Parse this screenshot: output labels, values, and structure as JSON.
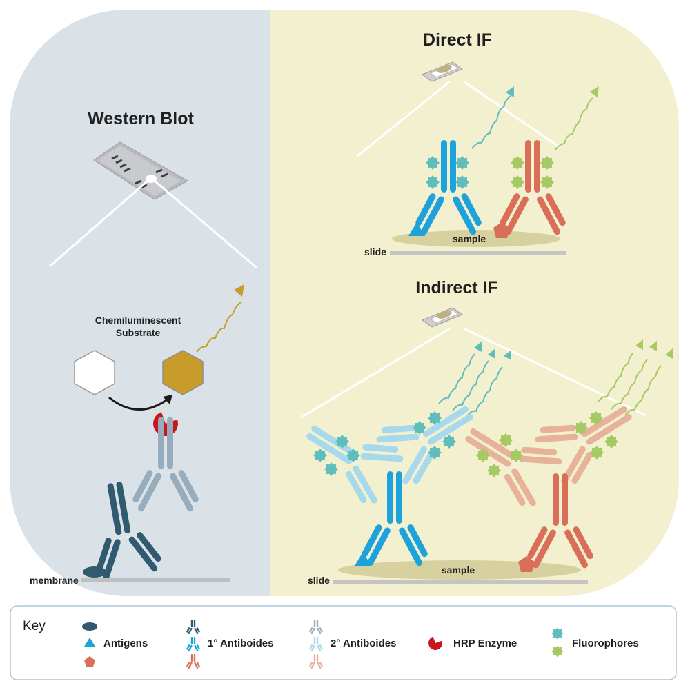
{
  "panels": {
    "western_blot": {
      "title": "Western Blot",
      "substrate_label_1": "Chemiluminescent",
      "substrate_label_2": "Substrate",
      "membrane_label": "membrane"
    },
    "direct_if": {
      "title": "Direct IF",
      "sample_label": "sample",
      "slide_label": "slide"
    },
    "indirect_if": {
      "title": "Indirect IF",
      "sample_label": "sample",
      "slide_label": "slide"
    }
  },
  "key": {
    "heading": "Key",
    "items": [
      {
        "label": "Antigens"
      },
      {
        "label": "1° Antiboides"
      },
      {
        "label": "2° Antiboides"
      },
      {
        "label": "HRP Enzyme"
      },
      {
        "label": "Fluorophores"
      }
    ]
  },
  "colors": {
    "western_bg": "#dae2e7",
    "if_bg": "#f2f0cf",
    "primary_blue": "#1da2db",
    "primary_salmon": "#d96f58",
    "primary_dark": "#2f5a70",
    "secondary_grey": "#97adbd",
    "secondary_lightblue": "#a6d9ec",
    "secondary_peach": "#e7b29a",
    "hrp_red": "#c8161e",
    "fluor_teal": "#5fbdbc",
    "fluor_green": "#a6c964",
    "substrate_gold": "#c79c2a",
    "sample_tan": "#d7d09f",
    "slide_grey": "#c4c4c4"
  }
}
